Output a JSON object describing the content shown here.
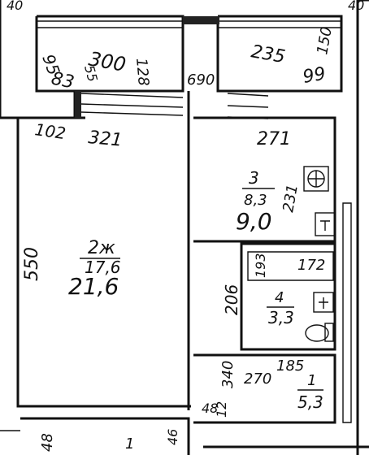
{
  "plan": {
    "corner_labels": {
      "top_left": "40",
      "top_right": "40"
    },
    "balcony_left": {
      "d1": "95",
      "d2": "300",
      "d3": "128",
      "d4": "83",
      "d5": "55"
    },
    "balcony_right": {
      "d1": "235",
      "d2": "99",
      "d3": "150"
    },
    "vestibule": {
      "d1": "690"
    },
    "room_main": {
      "number": "2ж",
      "area_living": "17,6",
      "area_total": "21,6",
      "width": "321",
      "length": "550",
      "corner_dim": "102"
    },
    "room_kitchen": {
      "number": "3",
      "area_living": "8,3",
      "area_total": "9,0",
      "width": "271",
      "length": "231"
    },
    "room_bath": {
      "number": "4",
      "area": "3,3",
      "length": "206",
      "d_left": "193",
      "d_top": "172"
    },
    "room_hall": {
      "number": "1",
      "area": "5,3",
      "width": "270",
      "width2": "185",
      "length": "340",
      "d1": "48",
      "d2": "12"
    },
    "bottom_left": {
      "d1": "48",
      "d2": "1",
      "d3": "46"
    }
  }
}
